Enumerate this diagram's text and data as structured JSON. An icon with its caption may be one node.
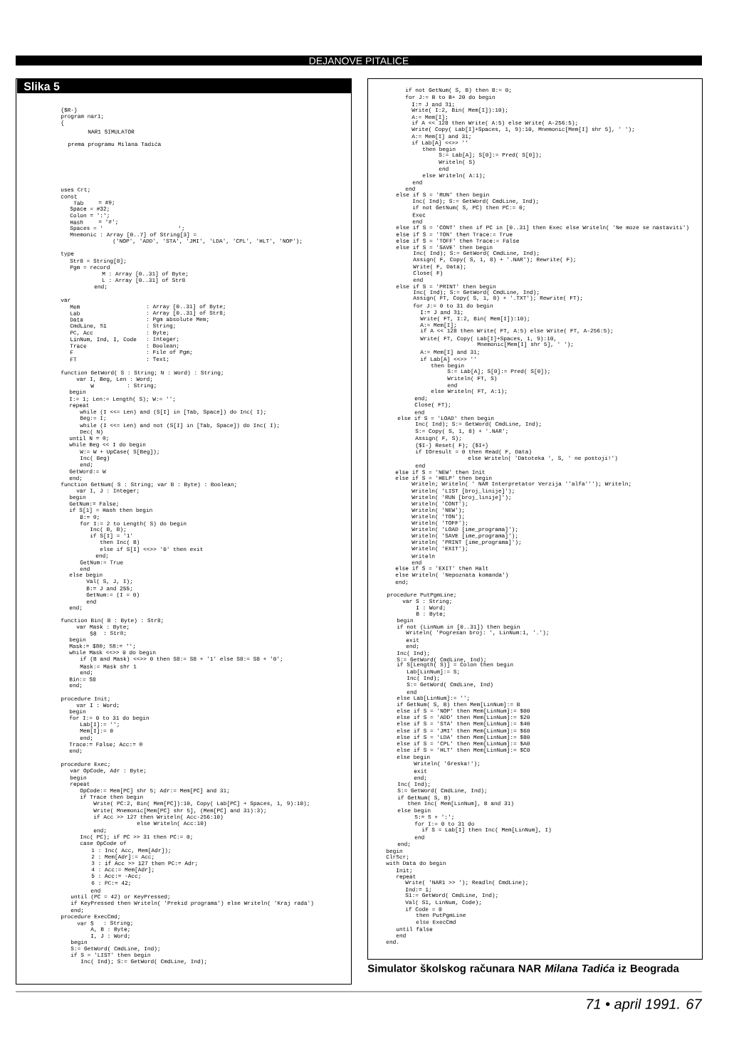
{
  "diagram": {
    "title": "DEJANOVE PITALICE",
    "caption": "Simulator školskog računara NAR *Milana Tadića* iz Beograda",
    "nodes": [
      {
        "text": [
          "Slika 5",
          "{$R-}",
          "program nar1;",
          "{",
          "NAR1 SIMULATOR",
          "prema programu Milana Tadića",
          "uses Crt;",
          "const",
          "Tab",
          "= #9;",
          "Space = #32;",
          "Colon = ':';",
          "Hash",
          "= '#';",
          "Spaces = '",
          "';",
          "Mnemonic : Array [0..7] of String[3] =",
          "('NOP', 'ADD', 'STA', 'JMI', 'LDA', 'CPL', 'HLT', 'NOP');",
          "type",
          "Str8 = String[8];",
          "Pgm = record",
          "M : Array [0..31] of Byte;",
          "L : Array [0..31] of Str8",
          "end;",
          "var",
          "Mem",
          ": Array [0..31] of Byte;",
          "Lab",
          ": Array [0..31] of Str8;",
          "Data",
          ": Pgm absolute Mem;",
          "CmdLine, S1",
          ": String;",
          "PC, Acc",
          ": Byte;",
          "LinNum, Ind, I, Code",
          ": Integer;",
          "Trace",
          ": Boolean;",
          "F",
          ": File of Pgm;",
          "FT",
          ": Text;",
          "function GetWord( S : String; N : Word) : String;",
          "var I, Beg, Len : Word;",
          "W",
          ": String;",
          "begin",
          "I:= 1; Len:= Length( S); W:= '';",
          "repeat",
          "while (I <<= Len) and (S[I] in [Tab, Space]) do Inc( I);",
          "Beg:= I;",
          "while (I <<= Len) and not (S[I] in [Tab, Space]) do Inc( I);",
          "Dec( N)",
          "until N = 0;",
          "while Beg << I do begin",
          "W:= W + UpCase( S[Beg]);",
          "Inc( Beg)",
          "end;",
          "GetWord:= W",
          "end;",
          "function GetNum( S : String; var B : Byte) : Boolean;",
          "var I, J : Integer;",
          "begin",
          "GetNum:= False;",
          "if S[1] = Hash then begin",
          "B:= 0;",
          "for I:= 2 to Length( S) do begin",
          "Inc( B, B);",
          "if S[I] = '1'",
          "then Inc( B)",
          "else if S[I] <<>> '0' then exit",
          "end;",
          "GetNum:= True",
          "end",
          "else begin",
          "Val( S, J, I);",
          "B:= J and 255;",
          "GetNum:= (I = 0)",
          "end",
          "end;",
          "function Bin( B : Byte) : Str8;",
          "var Mask : Byte;",
          "S8",
          ": Str8;",
          "begin",
          "Mask:= $80; S8:= '';",
          "while Mask <<>> 0 do begin",
          "if (B and Mask) <<>> 0 then S8:= S8 + '1' else S8:= S8 + '0';",
          "Mask:= Mask shr 1",
          "end;",
          "Bin:= S8",
          "end;",
          "procedure Init;",
          "var I : Word;",
          "begin",
          "for I:= 0 to 31 do begin",
          "Lab[I]:= '';",
          "Mem[I]:= 0",
          "end;",
          "Trace:= False; Acc:= 0",
          "end;",
          "procedure Exec;",
          "var OpCode, Adr : Byte;",
          "begin",
          "repeat",
          "OpCode:= Mem[PC] shr 5; Adr:= Mem[PC] and 31;",
          "if Trace then begin",
          "Write( PC:2, Bin( Mem[PC]):10, Copy( Lab[PC] + Spaces, 1, 9):10);",
          "Write( Mnemonic[Mem[PC] shr 5], (Mem[PC] and 31):3);",
          "if Acc >> 127 then Writeln( Acc-256:10)",
          "else Writeln( Acc:10)",
          "end;",
          "Inc( PC); if PC >> 31 then PC:= 0;",
          "case OpCode of",
          "1 : Inc( Acc, Mem[Adr]);",
          "2 : Mem[Adr]:= Acc;",
          "3 : if Acc >> 127 then PC:= Adr;",
          "4 : Acc:= Mem[Adr];",
          "5 : Acc:= -Acc;",
          "6 : PC:= 42;",
          "end",
          "until (PC = 42) or KeyPressed;",
          "if KeyPressed then Writeln( 'Prekid programa') else Writeln( 'Kraj rada')",
          "end;",
          "procedure ExecCmd;",
          "var S",
          ": String;",
          "A, B : Byte;",
          "I, J : Word;",
          "begin",
          "S:= GetWord( CmdLine, Ind);",
          "if S = 'LIST' then begin",
          "Inc( Ind); S:= GetWord( CmdLine, Ind);"
        ]
      },
      {
        "text": [
          "if not GetNum( S, B) then B:= 0;",
          "for J:= B to B+ 20 do begin",
          "I:= J and 31;",
          "Write( I:2, Bin( Mem[I]):10);",
          "A:= Mem[I];",
          "if A << 128 then Write( A:5) else Write( A-256:5);",
          "Write( Copy( Lab[I]+Spaces, 1, 9):10, Mnemonic[Mem[I] shr 5], ' ');",
          "A:= Mem[I] and 31;",
          "if Lab[A] <<>> ''",
          "then begin",
          "S:= Lab[A]; S[0]:= Pred( S[0]);",
          "Writeln( S)",
          "end",
          "else Writeln( A:1);",
          "end",
          "end",
          "else if S = 'RUN' then begin",
          "Inc( Ind); S:= GetWord( CmdLine, Ind);",
          "if not GetNum( S, PC) then PC:= 0;",
          "Exec",
          "end",
          "else if S = 'CONT' then if PC in [0..31] then Exec else Writeln( 'Ne moze se nastaviti')",
          "else if S = 'TON' then Trace:= True",
          "else if S = 'TOFF' then Trace:= False",
          "else if S = 'SAVE' then begin",
          "Inc( Ind); S:= GetWord( CmdLine, Ind);",
          "Assign( F, Copy( S, 1, 8) + '.NAR'); Rewrite( F);",
          "Write( F, Data);",
          "Close( F)",
          "end",
          "else if S = 'PRINT' then begin",
          "Inc( Ind); S:= GetWord( CmdLine, Ind);",
          "Assign( FT, Copy( S, 1, 8) + '.TXT'); Rewrite( FT);",
          "for J:= 0 to 31 do begin",
          "I:= J and 31;",
          "Write( FT, I:2, Bin( Mem[I]):10);",
          "A:= Mem[I];",
          "if A << 128 then Write( FT, A:5) else Write( FT, A-256:5);",
          "Write( FT, Copy( Lab[I]+Spaces, 1, 9):10,",
          "Mnemonic[Mem[I] shr 5], ' ');",
          "A:= Mem[I] and 31;",
          "if Lab[A] <<>> ''",
          "then begin",
          "S:= Lab[A]; S[0]:= Pred( S[0]);",
          "Writeln( FT, S)",
          "end",
          "else Writeln( FT, A:1);",
          "end;",
          "Close( FT);",
          "end",
          "else if S = 'LOAD' then begin",
          "Inc( Ind); S:= GetWord( CmdLine, Ind);",
          "S:= Copy( S, 1, 8) + '.NAR';",
          "Assign( F, S);",
          "{$I-} Reset( F); {$I+}",
          "if IOresult = 0 then Read( F, Data)",
          "else Writeln( 'Datoteka ', S, ' ne postoji!')",
          "end",
          "else if S = 'NEW' then Init",
          "else if S = 'HELP' then begin",
          "Writeln; Writeln( ' NAR Interpretator Verzija ''alfa'''); Writeln;",
          "Writeln( 'LIST [broj_linije]');",
          "Writeln( 'RUN [broj_linije]');",
          "Writeln( 'CONT');",
          "Writeln( 'NEW');",
          "Writeln( 'TON');",
          "Writeln( 'TOFF');",
          "Writeln( 'LOAD [ime_programa]');",
          "Writeln( 'SAVE [ime_programa]');",
          "Writeln( 'PRINT [ime_programa]');",
          "Writeln( 'EXIT');",
          "Writeln",
          "end",
          "else if S = 'EXIT' then Halt",
          "else Writeln( 'Nepoznata komanda')",
          "end;",
          "procedure PutPgmLine;",
          "var S : String;",
          "I : Word;",
          "B : Byte;",
          "begin",
          "if not (LinNum in [0..31]) then begin",
          "Writeln( 'Pogresan broj: ', LinNum:1, '.');",
          "exit",
          "end;",
          "Inc( Ind);",
          "S:= GetWord( CmdLine, Ind);",
          "if S[Length( S)] = Colon then begin",
          "Lab[LinNum]:= S;",
          "Inc( Ind);",
          "S:= GetWord( CmdLine, Ind)",
          "end",
          "else Lab[LinNum]:= '';",
          "if GetNum( S, B) then Mem[LinNum]:= B",
          "else if S = 'NOP' then Mem[LinNum]:= $00",
          "else if S = 'ADD' then Mem[LinNum]:= $20",
          "else if S = 'STA' then Mem[LinNum]:= $40",
          "else if S = 'JMI' then Mem[LinNum]:= $60",
          "else if S = 'LDA' then Mem[LinNum]:= $80",
          "else if S = 'CPL' then Mem[LinNum]:= $A0",
          "else if S = 'HLT' then Mem[LinNum]:= $C0",
          "else begin",
          "Writeln( 'Greska!');",
          "exit",
          "end;",
          "Inc( Ind);",
          "S:= GetWord( CmdLine, Ind);",
          "if GetNum( S, B)",
          "then Inc( Mem[LinNum], B and 31)",
          "else begin",
          "S:= S + ':';",
          "for I:= 0 to 31 do",
          "if S = Lab[I] then Inc( Mem[LinNum], I)",
          "end",
          "end;",
          "begin",
          "ClrScr;",
          "with Data do begin",
          "Init;",
          "repeat",
          "Write( 'NAR1 >> '); Readln( CmdLine);",
          "Ind:= 1;",
          "S1:= GetWord( CmdLine, Ind);",
          "Val( S1, LinNum, Code);",
          "if Code = 0",
          "then PutPgmLine",
          "else ExecCmd",
          "until false",
          "end",
          "end."
        ]
      }
    ],
    "labels": [
      "71 • april 1991. 67"
    ]
  }
}
